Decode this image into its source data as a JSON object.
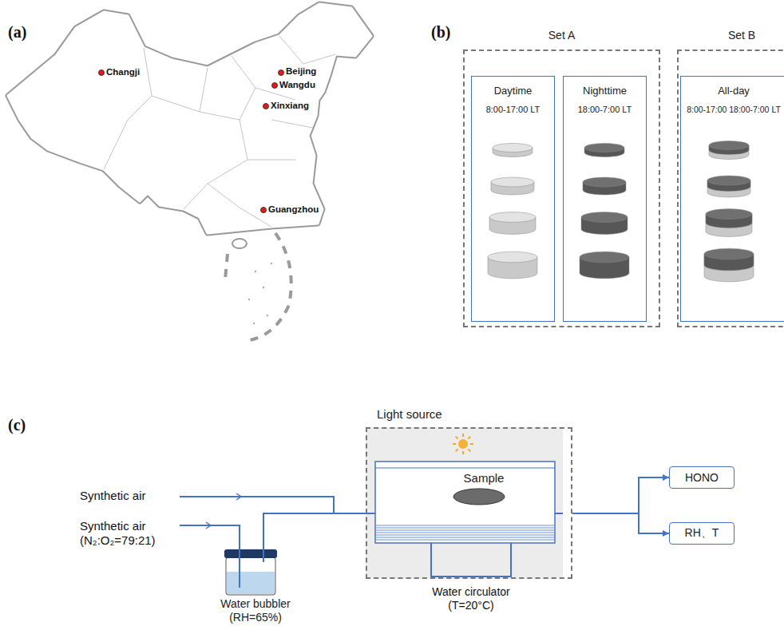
{
  "diagram": {
    "nodes": [
      {
        "text": [
          "Set A"
        ]
      },
      {
        "text": [
          "Daytime",
          "8:00-17:00 LT"
        ],
        "in": 0
      },
      {
        "text": [
          "Nighttime",
          "18:00-7:00 LT"
        ],
        "in": 0
      },
      {
        "text": [
          "Set B"
        ]
      },
      {
        "text": [
          "All-day",
          "8:00-17:00 18:00-7:00 LT"
        ],
        "in": 3
      },
      {
        "text": [
          "Light source"
        ]
      },
      {
        "text": [
          "Sample"
        ],
        "in": 5
      },
      {
        "text": [
          "Water bubbler (RH=65%)"
        ]
      },
      {
        "text": [
          "HONO"
        ]
      },
      {
        "text": [
          "RH、T"
        ]
      }
    ],
    "edges": [
      {
        "from": 7,
        "to": 5,
        "arrow": "none"
      },
      {
        "from": 5,
        "to": 8,
        "arrow": "to"
      },
      {
        "from": 5,
        "to": 9,
        "arrow": "to"
      }
    ],
    "labels": [
      "(a)",
      "(b)",
      "(c)",
      "Changji",
      "Beijing",
      "Wangdu",
      "Xinxiang",
      "Guangzhou",
      "Synthetic air",
      "Synthetic air (N₂:O₂=79:21)",
      "Water circulator (T=20°C)"
    ]
  }
}
